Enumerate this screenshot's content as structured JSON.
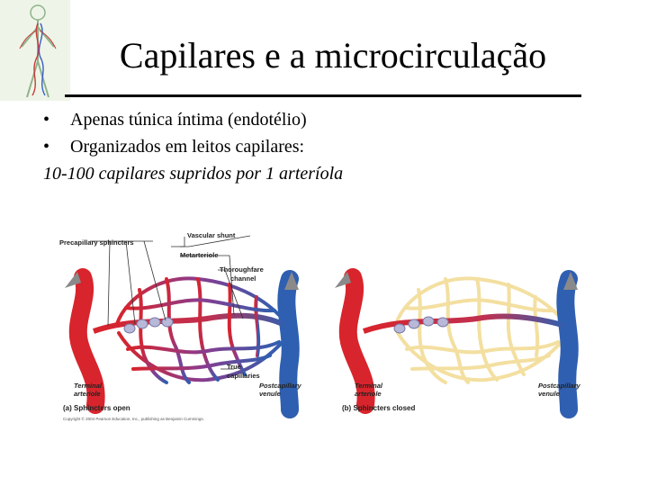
{
  "slide": {
    "title": "Capilares e a microcirculação",
    "bullets": [
      "Apenas túnica íntima (endotélio)",
      "Organizados em leitos capilares:"
    ],
    "sub_bullet": "10-100 capilares supridos por 1 arteríola",
    "bullet_symbol": "•"
  },
  "figure": {
    "labels": {
      "vascular_shunt": "Vascular shunt",
      "precapillary_sphincters": "Precapillary sphincters",
      "metarteriole": "Metarteriole",
      "thoroughfare_1": "Thoroughfare",
      "thoroughfare_2": "channel",
      "true_cap_1": "True",
      "true_cap_2": "capillaries",
      "terminal_a_1": "Terminal",
      "terminal_a_2": "arteriole",
      "post_a_1": "Postcapillary",
      "post_a_2": "venule",
      "terminal_b_1": "Terminal",
      "terminal_b_2": "arteriole",
      "post_b_1": "Postcapillary",
      "post_b_2": "venule"
    },
    "caption_a": "(a) Sphincters open",
    "caption_b": "(b) Sphincters closed",
    "copyright": "Copyright © 2004 Pearson Education, Inc., publishing as Benjamin Cummings.",
    "colors": {
      "artery": "#d8242c",
      "vein": "#2f5fb0",
      "capillary_closed": "#f3dfa0",
      "sphincter": "#b8b8d8"
    }
  }
}
